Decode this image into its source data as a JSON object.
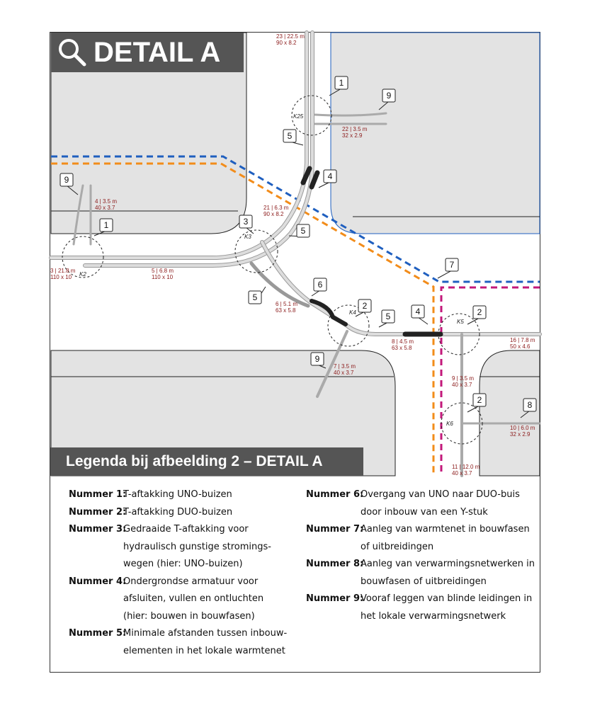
{
  "title": "DETAIL A",
  "legend": {
    "heading": "Legenda bij afbeelding 2 – DETAIL A",
    "left": [
      {
        "key": "Nummer 1:",
        "text": "T-aftakking UNO-buizen"
      },
      {
        "key": "Nummer 2:",
        "text": "T-aftakking DUO-buizen"
      },
      {
        "key": "Nummer 3:",
        "text": "Gedraaide T-aftakking voor\nhydraulisch gunstige stromings-\nwegen (hier: UNO-buizen)"
      },
      {
        "key": "Nummer 4:",
        "text": "Ondergrondse armatuur voor\nafsluiten, vullen en ontluchten\n(hier: bouwen in bouwfasen)"
      },
      {
        "key": "Nummer 5:",
        "text": "Minimale afstanden tussen inbouw-\nelementen in het lokale warmtenet"
      }
    ],
    "right": [
      {
        "key": "Nummer 6:",
        "text": "Overgang van UNO naar DUO-buis\ndoor inbouw van een Y-stuk"
      },
      {
        "key": "Nummer 7:",
        "text": "Aanleg van warmtenet in bouwfasen\nof uitbreidingen"
      },
      {
        "key": "Nummer 8:",
        "text": "Aanleg van verwarmingsnetwerken in\nbouwfasen of uitbreidingen"
      },
      {
        "key": "Nummer 9:",
        "text": "Vooraf leggen van blinde leidingen in\nhet lokale verwarmingsnetwerk"
      }
    ]
  },
  "pipes": [
    {
      "l1": "23 | 22.5 m",
      "l2": "90 x 8.2"
    },
    {
      "l1": "22 | 3.5 m",
      "l2": "32 x 2.9"
    },
    {
      "l1": "4 | 3.5 m",
      "l2": "40 x 3.7"
    },
    {
      "l1": "21 | 6.3 m",
      "l2": "90 x 8.2"
    },
    {
      "l1": "3 | 21.8 m",
      "l2": "110 x 10"
    },
    {
      "l1": "5 | 6.8 m",
      "l2": "110 x 10"
    },
    {
      "l1": "6 | 5.1 m",
      "l2": "63 x 5.8"
    },
    {
      "l1": "8 | 4.5 m",
      "l2": "63 x 5.8"
    },
    {
      "l1": "16 | 7.8 m",
      "l2": "50 x 4.6"
    },
    {
      "l1": "7 | 3.5 m",
      "l2": "40 x 3.7"
    },
    {
      "l1": "9 | 3.5 m",
      "l2": "40 x 3.7"
    },
    {
      "l1": "10 | 6.0 m",
      "l2": "32 x 2.9"
    },
    {
      "l1": "11 | 12.0 m",
      "l2": "40 x 3.7"
    }
  ],
  "nodes": [
    "K25",
    "K2",
    "K3",
    "K4",
    "K5",
    "K6"
  ],
  "callouts": [
    "1",
    "9",
    "5",
    "4",
    "9",
    "1",
    "3",
    "5",
    "7",
    "6",
    "5",
    "2",
    "5",
    "4",
    "2",
    "9",
    "2",
    "8"
  ],
  "colors": {
    "blue": "#1f5fbf",
    "orange": "#f28c1a",
    "magenta": "#c2187a",
    "gray": "#e3e3e3"
  }
}
